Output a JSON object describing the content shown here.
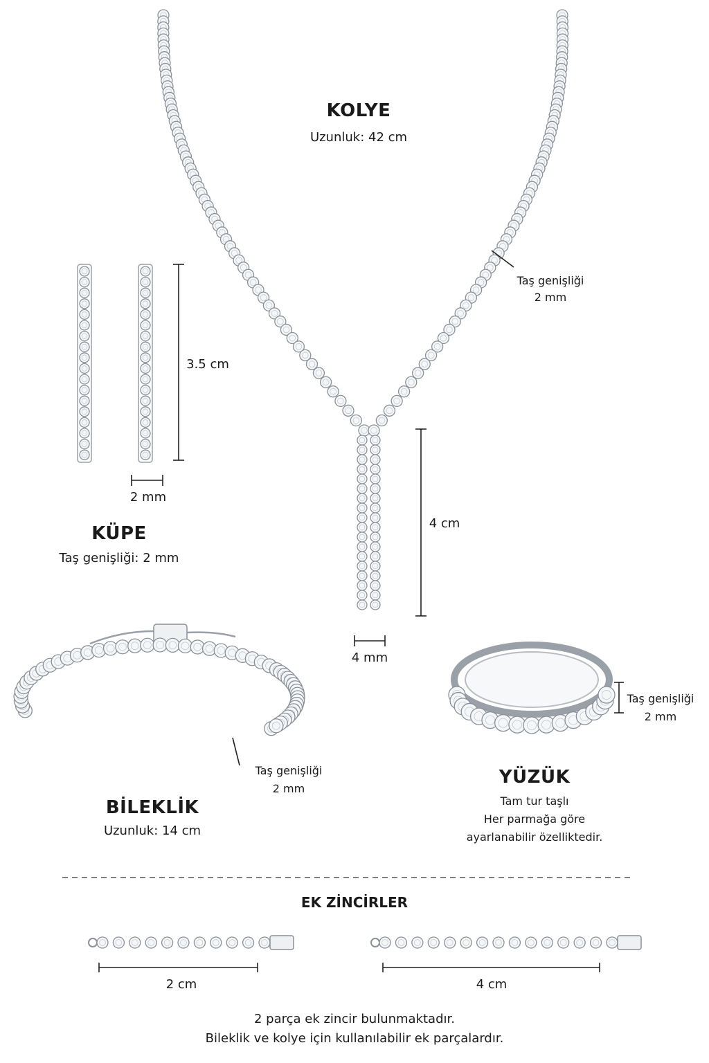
{
  "necklace": {
    "title": "KOLYE",
    "length": "Uzunluk: 42 cm",
    "stone_label": "Taş genişliği",
    "stone_value": "2 mm",
    "drop_length": "4 cm",
    "drop_width": "4 mm"
  },
  "earring": {
    "title": "KÜPE",
    "stone_width": "Taş genişliği: 2 mm",
    "length": "3.5 cm",
    "width": "2 mm"
  },
  "bracelet": {
    "title": "BİLEKLİK",
    "length": "Uzunluk: 14 cm",
    "stone_label": "Taş genişliği",
    "stone_value": "2 mm"
  },
  "ring": {
    "title": "YÜZÜK",
    "line1": "Tam tur taşlı",
    "line2": "Her parmağa göre",
    "line3": "ayarlanabilir özelliktedir.",
    "stone_label": "Taş genişliği",
    "stone_value": "2 mm"
  },
  "extensions": {
    "title": "EK ZİNCİRLER",
    "short_length": "2 cm",
    "long_length": "4 cm",
    "note_line1": "2 parça ek zincir bulunmaktadır.",
    "note_line2": "Bileklik ve kolye için kullanılabilir ek parçalardır."
  }
}
